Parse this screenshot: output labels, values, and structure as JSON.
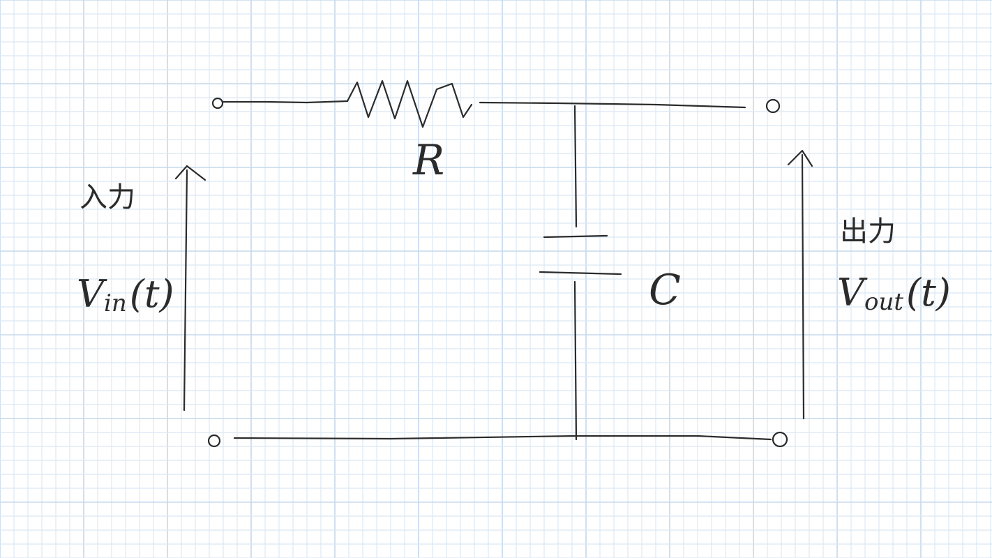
{
  "labels": {
    "resistor": "R",
    "capacitor": "C",
    "input_title": "入力",
    "output_title": "出力",
    "input_voltage": {
      "base": "V",
      "sub": "in",
      "arg": "(t)"
    },
    "output_voltage": {
      "base": "V",
      "sub": "out",
      "arg": "(t)"
    }
  },
  "colors": {
    "ink": "#2b2b2b",
    "grid_minor": "#dbe8f3",
    "grid_major": "#c5d9eb",
    "paper": "#ffffff"
  }
}
